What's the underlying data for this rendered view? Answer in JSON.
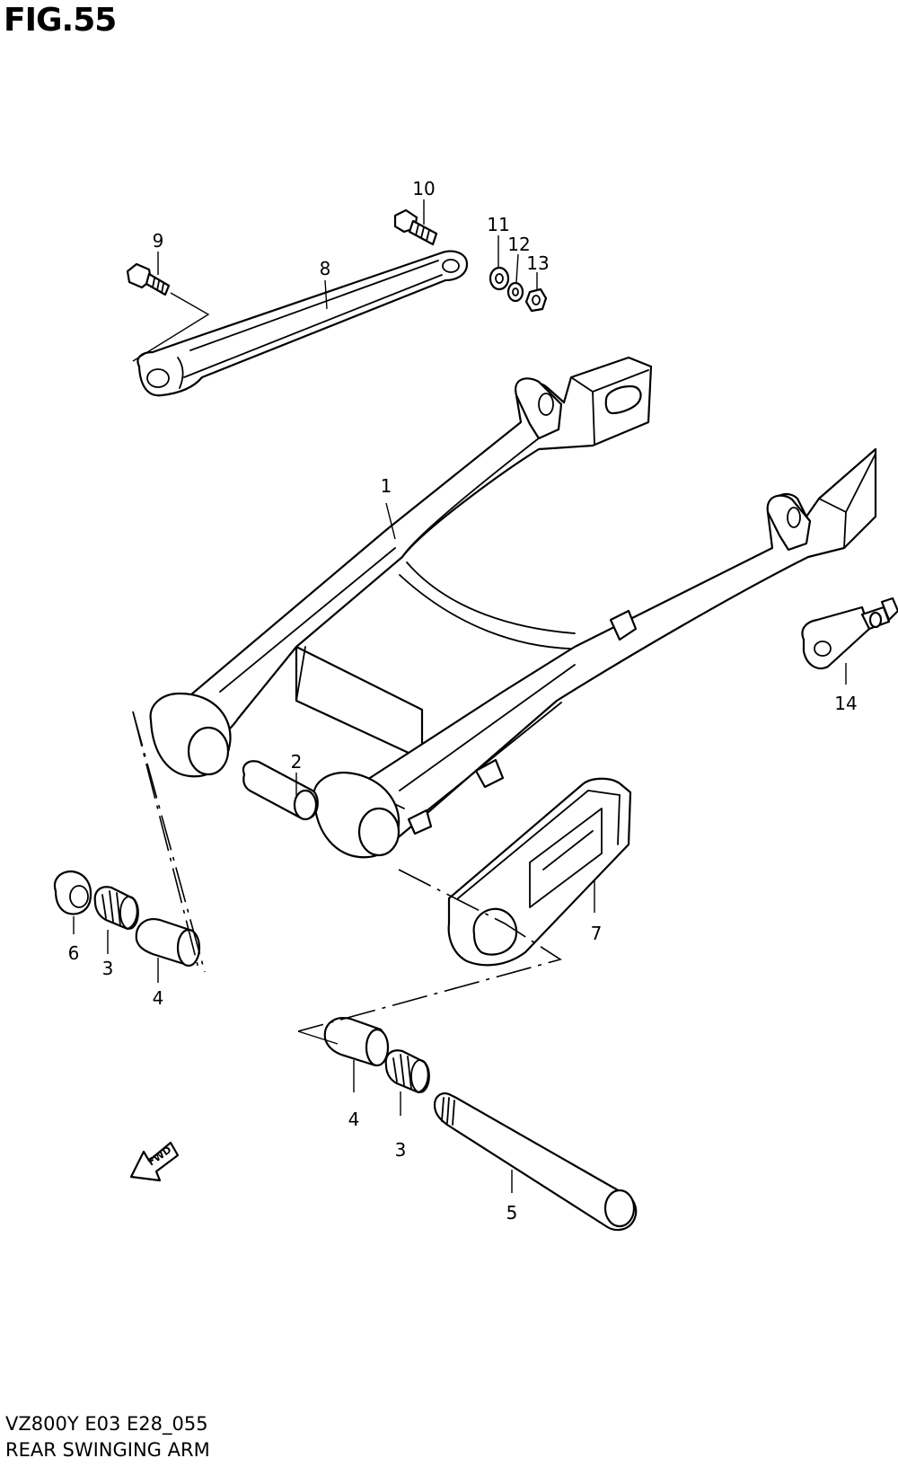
{
  "figure": {
    "title": "FIG.55",
    "model_code": "VZ800Y E03 E28_055",
    "name": "REAR SWINGING ARM"
  },
  "direction_marker": {
    "label": "FWD",
    "icon": "fwd-arrow-icon"
  },
  "callouts": [
    {
      "id": "c1",
      "label": "1"
    },
    {
      "id": "c2",
      "label": "2"
    },
    {
      "id": "c3a",
      "label": "3"
    },
    {
      "id": "c3b",
      "label": "3"
    },
    {
      "id": "c4a",
      "label": "4"
    },
    {
      "id": "c4b",
      "label": "4"
    },
    {
      "id": "c5",
      "label": "5"
    },
    {
      "id": "c6",
      "label": "6"
    },
    {
      "id": "c7",
      "label": "7"
    },
    {
      "id": "c8",
      "label": "8"
    },
    {
      "id": "c9",
      "label": "9"
    },
    {
      "id": "c10",
      "label": "10"
    },
    {
      "id": "c11",
      "label": "11"
    },
    {
      "id": "c12",
      "label": "12"
    },
    {
      "id": "c13",
      "label": "13"
    },
    {
      "id": "c14",
      "label": "14"
    }
  ]
}
